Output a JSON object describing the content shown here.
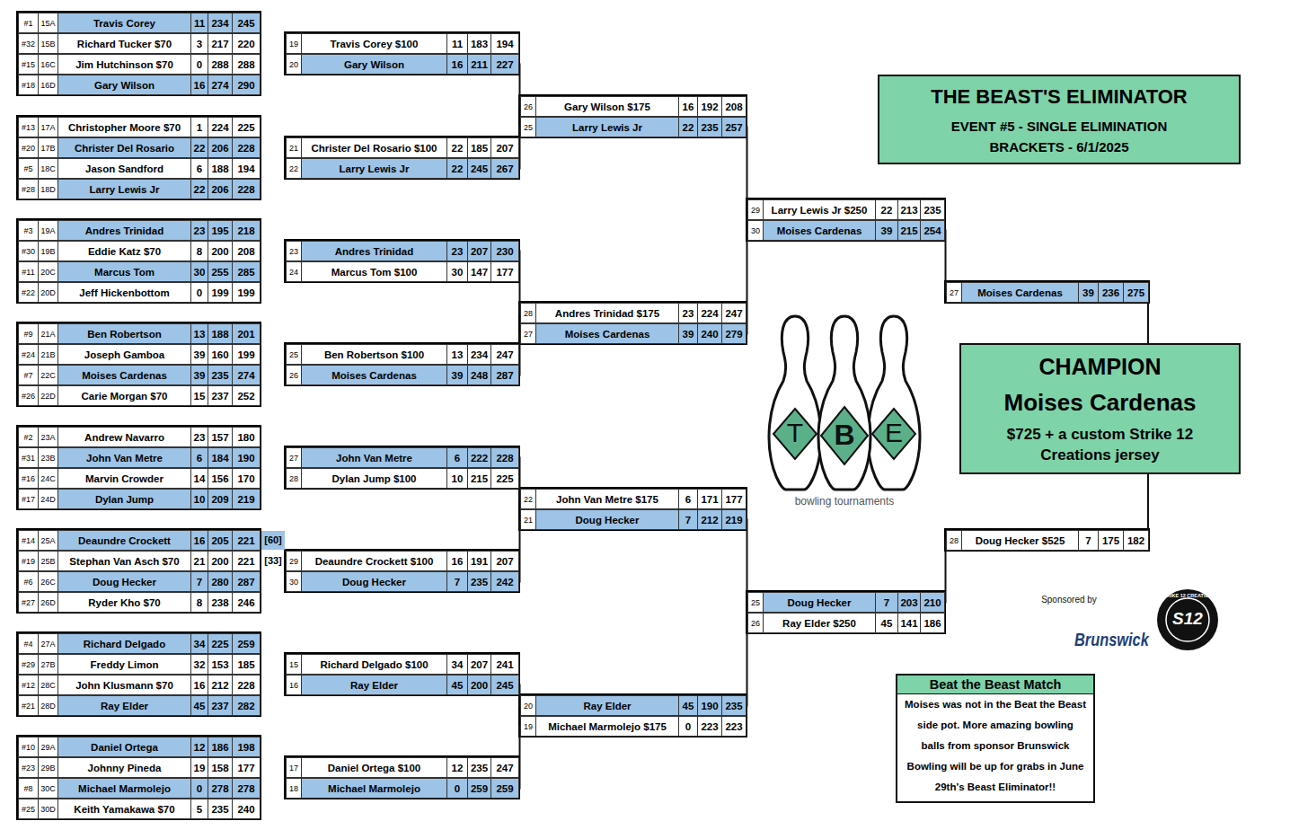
{
  "diagram": {
    "nodes": [
      {
        "text": [
          "#1",
          "15A",
          "Travis Corey",
          "11",
          "234",
          "245"
        ]
      },
      {
        "text": [
          "#32",
          "15B",
          "Richard Tucker $70",
          "3",
          "217",
          "220"
        ]
      },
      {
        "text": [
          "#15",
          "16C",
          "Jim Hutchinson $70",
          "0",
          "288",
          "288"
        ]
      },
      {
        "text": [
          "#18",
          "16D",
          "Gary Wilson",
          "16",
          "274",
          "290"
        ]
      },
      {
        "text": [
          "#13",
          "17A",
          "Christopher Moore $70",
          "1",
          "224",
          "225"
        ]
      },
      {
        "text": [
          "#20",
          "17B",
          "Christer Del Rosario",
          "22",
          "206",
          "228"
        ]
      },
      {
        "text": [
          "#5",
          "18C",
          "Jason Sandford",
          "6",
          "188",
          "194"
        ]
      },
      {
        "text": [
          "#28",
          "18D",
          "Larry Lewis Jr",
          "22",
          "206",
          "228"
        ]
      },
      {
        "text": [
          "#3",
          "19A",
          "Andres Trinidad",
          "23",
          "195",
          "218"
        ]
      },
      {
        "text": [
          "#30",
          "19B",
          "Eddie Katz $70",
          "8",
          "200",
          "208"
        ]
      },
      {
        "text": [
          "#11",
          "20C",
          "Marcus Tom",
          "30",
          "255",
          "285"
        ]
      },
      {
        "text": [
          "#22",
          "20D",
          "Jeff Hickenbottom",
          "0",
          "199",
          "199"
        ]
      },
      {
        "text": [
          "#9",
          "21A",
          "Ben Robertson",
          "13",
          "188",
          "201"
        ]
      },
      {
        "text": [
          "#24",
          "21B",
          "Joseph Gamboa",
          "39",
          "160",
          "199"
        ]
      },
      {
        "text": [
          "#7",
          "22C",
          "Moises Cardenas",
          "39",
          "235",
          "274"
        ]
      },
      {
        "text": [
          "#26",
          "22D",
          "Carie Morgan $70",
          "15",
          "237",
          "252"
        ]
      },
      {
        "text": [
          "#2",
          "23A",
          "Andrew Navarro",
          "23",
          "157",
          "180"
        ]
      },
      {
        "text": [
          "#31",
          "23B",
          "John Van Metre",
          "6",
          "184",
          "190"
        ]
      },
      {
        "text": [
          "#16",
          "24C",
          "Marvin Crowder",
          "14",
          "156",
          "170"
        ]
      },
      {
        "text": [
          "#17",
          "24D",
          "Dylan Jump",
          "10",
          "209",
          "219"
        ]
      },
      {
        "text": [
          "#14",
          "25A",
          "Deaundre Crockett",
          "16",
          "205",
          "221"
        ]
      },
      {
        "text": [
          "#19",
          "25B",
          "Stephan Van Asch $70",
          "21",
          "200",
          "221"
        ]
      },
      {
        "text": [
          "#6",
          "26C",
          "Doug Hecker",
          "7",
          "280",
          "287"
        ]
      },
      {
        "text": [
          "#27",
          "26D",
          "Ryder Kho $70",
          "8",
          "238",
          "246"
        ]
      },
      {
        "text": [
          "#4",
          "27A",
          "Richard Delgado",
          "34",
          "225",
          "259"
        ]
      },
      {
        "text": [
          "#29",
          "27B",
          "Freddy Limon",
          "32",
          "153",
          "185"
        ]
      },
      {
        "text": [
          "#12",
          "28C",
          "John Klusmann $70",
          "16",
          "212",
          "228"
        ]
      },
      {
        "text": [
          "#21",
          "28D",
          "Ray Elder",
          "45",
          "237",
          "282"
        ]
      },
      {
        "text": [
          "#10",
          "29A",
          "Daniel Ortega",
          "12",
          "186",
          "198"
        ]
      },
      {
        "text": [
          "#23",
          "29B",
          "Johnny Pineda",
          "19",
          "158",
          "177"
        ]
      },
      {
        "text": [
          "#8",
          "30C",
          "Michael Marmolejo",
          "0",
          "278",
          "278"
        ]
      },
      {
        "text": [
          "#25",
          "30D",
          "Keith Yamakawa $70",
          "5",
          "235",
          "240"
        ]
      },
      {
        "text": [
          "19",
          "Travis Corey $100",
          "11",
          "183",
          "194"
        ]
      },
      {
        "text": [
          "20",
          "Gary Wilson",
          "16",
          "211",
          "227"
        ]
      },
      {
        "text": [
          "21",
          "Christer Del Rosario $100",
          "22",
          "185",
          "207"
        ]
      },
      {
        "text": [
          "22",
          "Larry Lewis Jr",
          "22",
          "245",
          "267"
        ]
      },
      {
        "text": [
          "23",
          "Andres Trinidad",
          "23",
          "207",
          "230"
        ]
      },
      {
        "text": [
          "24",
          "Marcus Tom $100",
          "30",
          "147",
          "177"
        ]
      },
      {
        "text": [
          "25",
          "Ben Robertson $100",
          "13",
          "234",
          "247"
        ]
      },
      {
        "text": [
          "26",
          "Moises Cardenas",
          "39",
          "248",
          "287"
        ]
      },
      {
        "text": [
          "27",
          "John Van Metre",
          "6",
          "222",
          "228"
        ]
      },
      {
        "text": [
          "28",
          "Dylan Jump $100",
          "10",
          "215",
          "225"
        ]
      },
      {
        "text": [
          "29",
          "Deaundre Crockett $100",
          "16",
          "191",
          "207"
        ]
      },
      {
        "text": [
          "30",
          "Doug Hecker",
          "7",
          "235",
          "242"
        ]
      },
      {
        "text": [
          "15",
          "Richard Delgado $100",
          "34",
          "207",
          "241"
        ]
      },
      {
        "text": [
          "16",
          "Ray Elder",
          "45",
          "200",
          "245"
        ]
      },
      {
        "text": [
          "17",
          "Daniel Ortega $100",
          "12",
          "235",
          "247"
        ]
      },
      {
        "text": [
          "18",
          "Michael Marmolejo",
          "0",
          "259",
          "259"
        ]
      },
      {
        "text": [
          "26",
          "Gary Wilson $175",
          "16",
          "192",
          "208"
        ]
      },
      {
        "text": [
          "25",
          "Larry Lewis Jr",
          "22",
          "235",
          "257"
        ]
      },
      {
        "text": [
          "28",
          "Andres Trinidad $175",
          "23",
          "224",
          "247"
        ]
      },
      {
        "text": [
          "27",
          "Moises Cardenas",
          "39",
          "240",
          "279"
        ]
      },
      {
        "text": [
          "22",
          "John Van Metre $175",
          "6",
          "171",
          "177"
        ]
      },
      {
        "text": [
          "21",
          "Doug Hecker",
          "7",
          "212",
          "219"
        ]
      },
      {
        "text": [
          "20",
          "Ray Elder",
          "45",
          "190",
          "235"
        ]
      },
      {
        "text": [
          "19",
          "Michael Marmolejo $175",
          "0",
          "223",
          "223"
        ]
      },
      {
        "text": [
          "29",
          "Larry Lewis Jr $250",
          "22",
          "213",
          "235"
        ]
      },
      {
        "text": [
          "30",
          "Moises Cardenas",
          "39",
          "215",
          "254"
        ]
      },
      {
        "text": [
          "25",
          "Doug Hecker",
          "7",
          "203",
          "210"
        ]
      },
      {
        "text": [
          "26",
          "Ray Elder $250",
          "45",
          "141",
          "186"
        ]
      },
      {
        "text": [
          "27",
          "Moises Cardenas",
          "39",
          "236",
          "275"
        ]
      },
      {
        "text": [
          "28",
          "Doug Hecker $525",
          "7",
          "175",
          "182"
        ]
      },
      {
        "text": [
          "THE BEAST'S ELIMINATOR",
          "EVENT #5 - SINGLE ELIMINATION BRACKETS - 6/1/2025"
        ]
      },
      {
        "text": [
          "CHAMPION",
          "Moises Cardenas",
          "$725 + a custom Strike 12 Creations jersey"
        ]
      },
      {
        "text": [
          "Beat the Beast Match",
          "Moises was not in the Beat the Beast side pot. More amazing bowling balls from sponsor Brunswick Bowling will be up for grabs in June 29th's Beast Eliminator!!"
        ]
      }
    ],
    "edges": [
      {
        "from": 33,
        "to": 48,
        "arrow": "none"
      },
      {
        "from": 35,
        "to": 49,
        "arrow": "none"
      },
      {
        "from": 36,
        "to": 50,
        "arrow": "none"
      },
      {
        "from": 39,
        "to": 51,
        "arrow": "none"
      },
      {
        "from": 40,
        "to": 52,
        "arrow": "none"
      },
      {
        "from": 43,
        "to": 53,
        "arrow": "none"
      },
      {
        "from": 45,
        "to": 54,
        "arrow": "none"
      },
      {
        "from": 47,
        "to": 55,
        "arrow": "none"
      },
      {
        "from": 49,
        "to": 56,
        "arrow": "none"
      },
      {
        "from": 51,
        "to": 57,
        "arrow": "none"
      },
      {
        "from": 53,
        "to": 58,
        "arrow": "none"
      },
      {
        "from": 54,
        "to": 59,
        "arrow": "none"
      },
      {
        "from": 57,
        "to": 60,
        "arrow": "none"
      },
      {
        "from": 58,
        "to": 61,
        "arrow": "none"
      },
      {
        "from": 60,
        "to": 63,
        "arrow": "none"
      },
      {
        "from": 61,
        "to": 63,
        "arrow": "none"
      }
    ],
    "labels": [
      "[60]",
      "[33]",
      "T",
      "B",
      "E",
      "bowling tournaments",
      "Sponsored by",
      "Brunswick",
      "S12",
      "STRIKE 12 CREATIONS"
    ]
  }
}
